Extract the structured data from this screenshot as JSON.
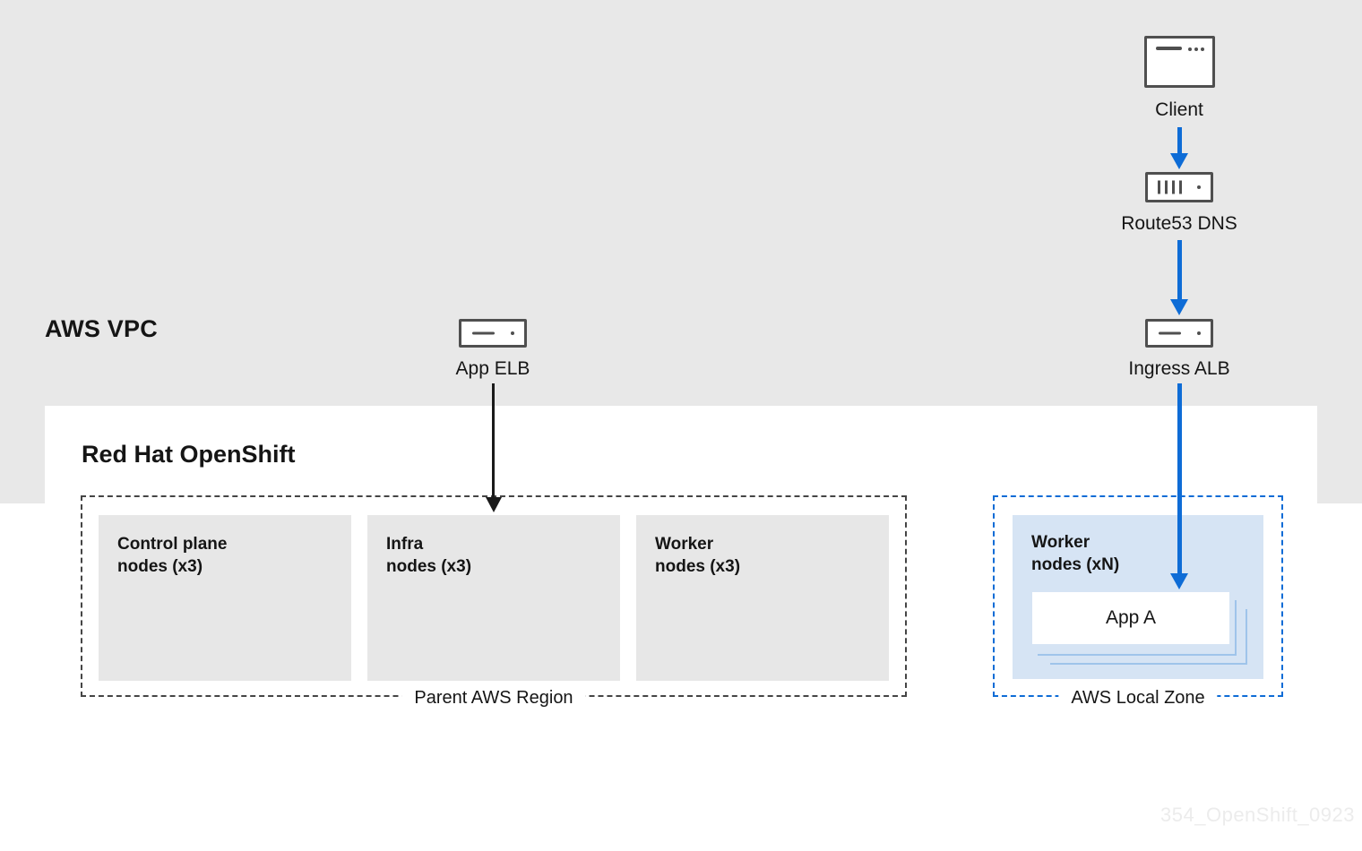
{
  "colors": {
    "accent_blue": "#0e6cd6",
    "light_blue_fill": "#d6e4f4",
    "stack_line_blue": "#9fc4ea",
    "band_gray": "#e8e8e8",
    "node_gray": "#e7e7e7",
    "icon_stroke": "#4f4f4f",
    "text_dark": "#151515"
  },
  "external": {
    "client_label": "Client",
    "route53_label": "Route53 DNS"
  },
  "vpc": {
    "title": "AWS VPC",
    "app_elb_label": "App ELB",
    "ingress_alb_label": "Ingress ALB"
  },
  "openshift": {
    "title": "Red Hat OpenShift",
    "parent_region": {
      "label": "Parent AWS Region",
      "nodes": [
        {
          "line1": "Control plane",
          "line2": "nodes (x3)"
        },
        {
          "line1": "Infra",
          "line2": "nodes (x3)"
        },
        {
          "line1": "Worker",
          "line2": "nodes (x3)"
        }
      ]
    },
    "local_zone": {
      "label": "AWS Local Zone",
      "worker": {
        "line1": "Worker",
        "line2": "nodes (xN)"
      },
      "app_label": "App A"
    }
  },
  "watermark": "354_OpenShift_0923"
}
